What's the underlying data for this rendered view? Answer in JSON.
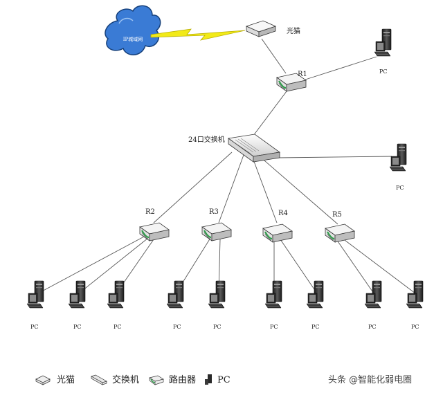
{
  "cloud_label": "IP城域网",
  "modem_label": "光猫",
  "switch_label": "24口交换机",
  "routers": [
    "R1",
    "R2",
    "R3",
    "R4",
    "R5"
  ],
  "pc_label": "PC",
  "legend": [
    {
      "icon": "modem-icon",
      "label": "光猫"
    },
    {
      "icon": "switch-icon",
      "label": "交换机"
    },
    {
      "icon": "router-icon",
      "label": "路由器"
    },
    {
      "icon": "pc-icon",
      "label": "PC"
    }
  ],
  "watermark": "头条 @智能化弱电圈",
  "colors": {
    "cloud": "#3a7bd5",
    "lightning": "#f2ea18",
    "router_accent": "#2e9d4a",
    "link": "#555555"
  }
}
